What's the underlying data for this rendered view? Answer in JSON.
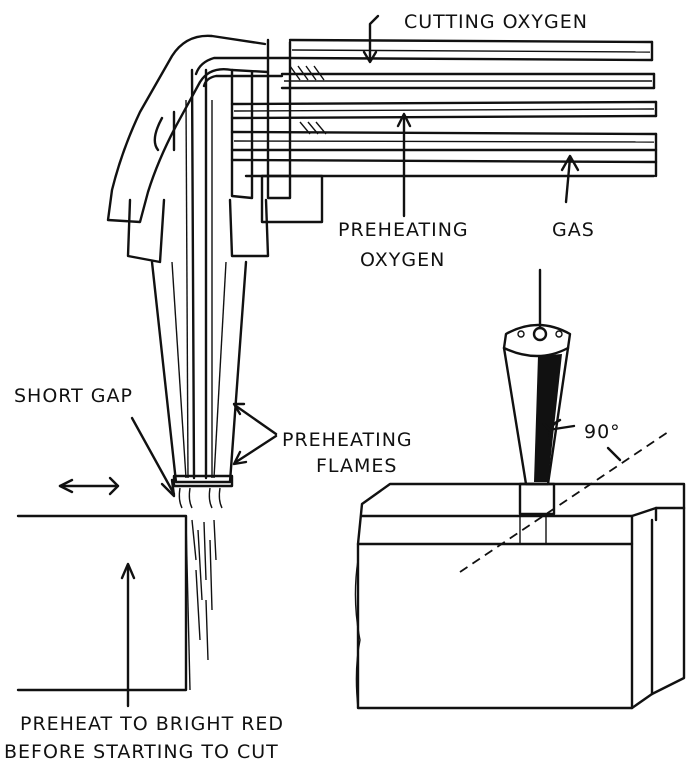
{
  "labels": {
    "cutting_oxygen": "CUTTING OXYGEN",
    "preheating_oxygen_line1": "PREHEATING",
    "preheating_oxygen_line2": "OXYGEN",
    "gas": "GAS",
    "short_gap": "SHORT GAP",
    "preheating_flames_line1": "PREHEATING",
    "preheating_flames_line2": "FLAMES",
    "angle": "90°",
    "instruction_line1": "PREHEAT TO BRIGHT RED",
    "instruction_line2": "BEFORE STARTING TO CUT"
  },
  "colors": {
    "ink": "#111111",
    "paper": "#ffffff"
  }
}
